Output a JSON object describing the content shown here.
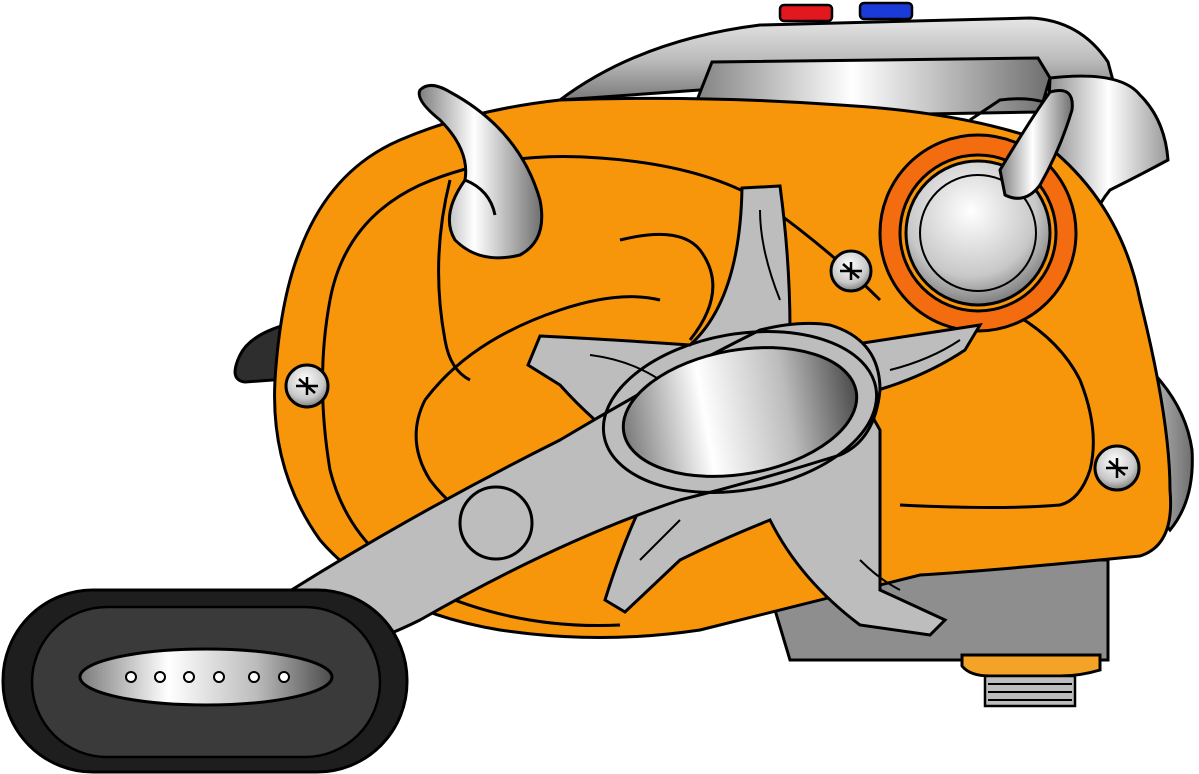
{
  "illustration": {
    "subject": "electric-fishing-reel",
    "colors": {
      "body": "#F7960A",
      "outline": "#000000",
      "metal": "#BDBDBD",
      "metal_light": "#FFFFFF",
      "metal_dark": "#8C8C8C",
      "knob": "#3A3A3A",
      "knob_rim": "#1E1E1E",
      "drag_ring": "#F36D10",
      "button_red": "#E3171E",
      "button_blue": "#1A3BD8",
      "base_gray": "#9A9A9A"
    },
    "icons": [
      "reel-body-shape",
      "crank-handle-shape",
      "star-drag-shape",
      "clutch-lever-shape",
      "screw-icon",
      "power-knob-shape",
      "red-button",
      "blue-button"
    ],
    "screw_count": 3,
    "knob_hole_count": 6
  }
}
